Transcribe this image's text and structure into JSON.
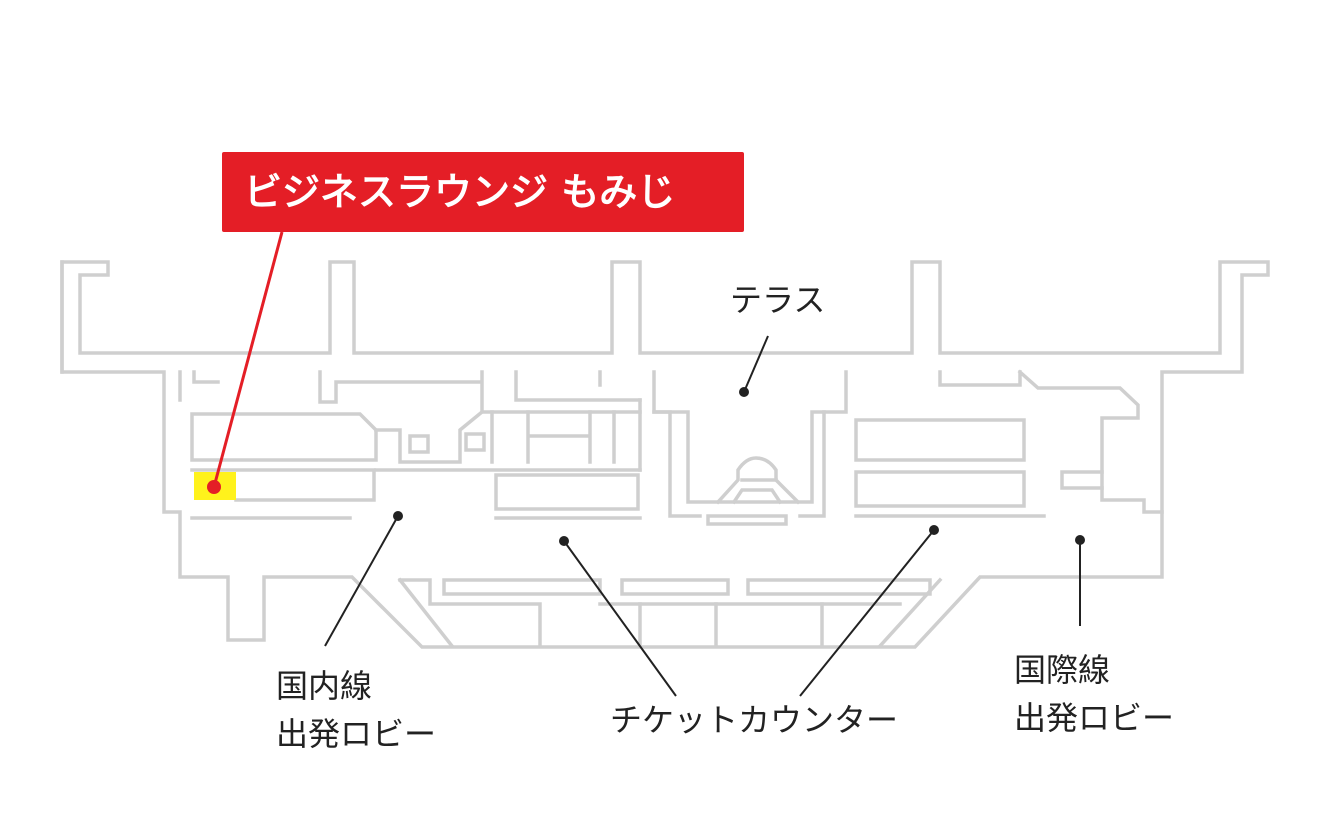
{
  "callout": {
    "label": "ビジネスラウンジ もみじ"
  },
  "labels": {
    "terrace": "テラス",
    "domestic_line1": "国内線",
    "domestic_line2": "出発ロビー",
    "ticket_counter": "チケットカウンター",
    "international_line1": "国際線",
    "international_line2": "出発ロビー"
  },
  "colors": {
    "callout_bg": "#e41e26",
    "highlight": "#fff21c",
    "marker": "#e41e26",
    "walls": "#cfcfcf",
    "text": "#222222"
  }
}
